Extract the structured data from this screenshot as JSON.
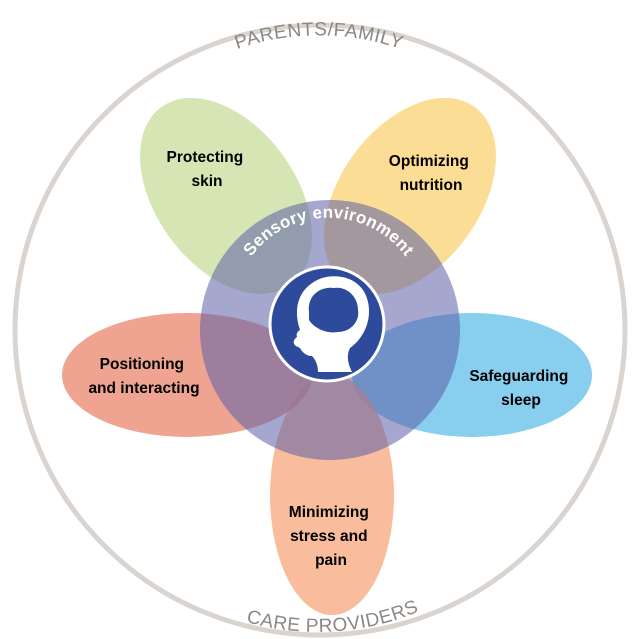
{
  "ring": {
    "top_label": "PARENTS/FAMILY",
    "bottom_label": "CARE PROVIDERS",
    "color": "#d9d4cf"
  },
  "center": {
    "label": "Sensory environment",
    "circle_color": "#5b5fa8",
    "head_bg": "#2e4a9b",
    "icon": "child-head-silhouette-icon"
  },
  "petals": [
    {
      "id": "protecting-skin",
      "lines": [
        "Protecting",
        "skin"
      ],
      "color": "#c9df9f"
    },
    {
      "id": "optimizing-nutrition",
      "lines": [
        "Optimizing",
        "nutrition"
      ],
      "color": "#fbd57e"
    },
    {
      "id": "safeguarding-sleep",
      "lines": [
        "Safeguarding",
        "sleep"
      ],
      "color": "#6ec3ec"
    },
    {
      "id": "minimizing-stress",
      "lines": [
        "Minimizing",
        "stress and",
        "pain"
      ],
      "color": "#f7a981"
    },
    {
      "id": "positioning-interacting",
      "lines": [
        "Positioning",
        "and interacting"
      ],
      "color": "#ea8a72"
    }
  ]
}
